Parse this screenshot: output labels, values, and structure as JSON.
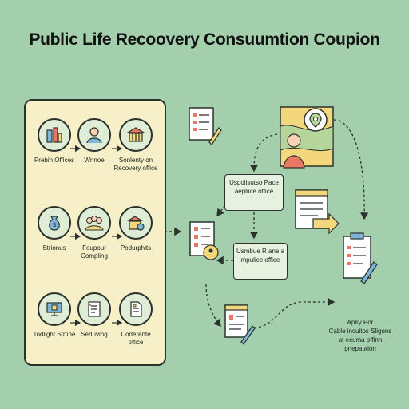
{
  "title": "Public Life Recoovery Consuumtion Coupion",
  "panel": {
    "items": [
      {
        "label": "Prebin Offices",
        "icon": "office-buildings-icon"
      },
      {
        "label": "Wnnoe",
        "icon": "person-icon"
      },
      {
        "label": "Sonlenty on Recovery office",
        "icon": "government-building-icon"
      },
      {
        "label": "Strionus",
        "icon": "money-bag-icon"
      },
      {
        "label": "Foupour Compling",
        "icon": "group-icon"
      },
      {
        "label": "Podurphits",
        "icon": "building-coin-icon"
      },
      {
        "label": "Todlight Strtine",
        "icon": "computer-icon"
      },
      {
        "label": "Seduving",
        "icon": "document-list-icon"
      },
      {
        "label": "Coderente office",
        "icon": "file-icon"
      }
    ]
  },
  "process_boxes": [
    {
      "label": "Uspolisutso Pace aepliice office"
    },
    {
      "label": "Usmbue R ane a mpulice office"
    }
  ],
  "note": {
    "lines": [
      "Aplry Por",
      "Cable incuitos Sligons",
      "at ecuma offinn",
      "priepataion"
    ]
  },
  "colors": {
    "background": "#a3cfac",
    "panel": "#f7efc7",
    "box": "#e6f1df",
    "outline": "#2b322c",
    "accent_yellow": "#f2d77c",
    "accent_red": "#e87864"
  }
}
